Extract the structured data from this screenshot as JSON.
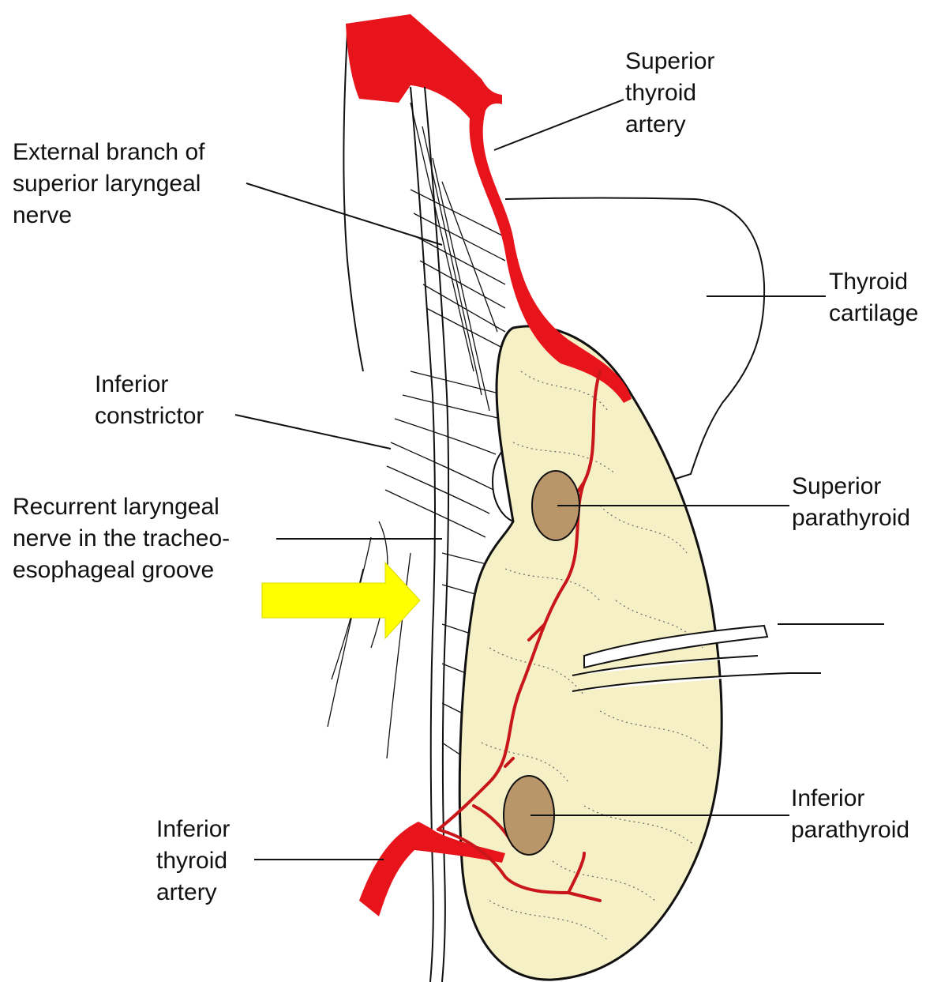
{
  "colors": {
    "artery": "#e8141b",
    "gland_fill": "#f6f0c6",
    "parathyroid_fill": "#b99669",
    "arrow_fill": "#ffff00",
    "outline": "#111111"
  },
  "icons": {
    "arrow": "right-arrow-icon"
  },
  "labels": {
    "superior_thyroid_artery": [
      "Superior",
      "thyroid",
      "artery"
    ],
    "external_branch": [
      "External branch of",
      "superior laryngeal",
      "nerve"
    ],
    "thyroid_cartilage": [
      "Thyroid",
      "cartilage"
    ],
    "inferior_constrictor": [
      "Inferior",
      "constrictor"
    ],
    "superior_parathyroid": [
      "Superior",
      "parathyroid"
    ],
    "recurrent_laryngeal": [
      "Recurrent laryngeal",
      "nerve in the tracheo-",
      "esophageal groove"
    ],
    "inferior_parathyroid": [
      "Inferior",
      "parathyroid"
    ],
    "inferior_thyroid_artery": [
      "Inferior",
      "thyroid",
      "artery"
    ]
  }
}
